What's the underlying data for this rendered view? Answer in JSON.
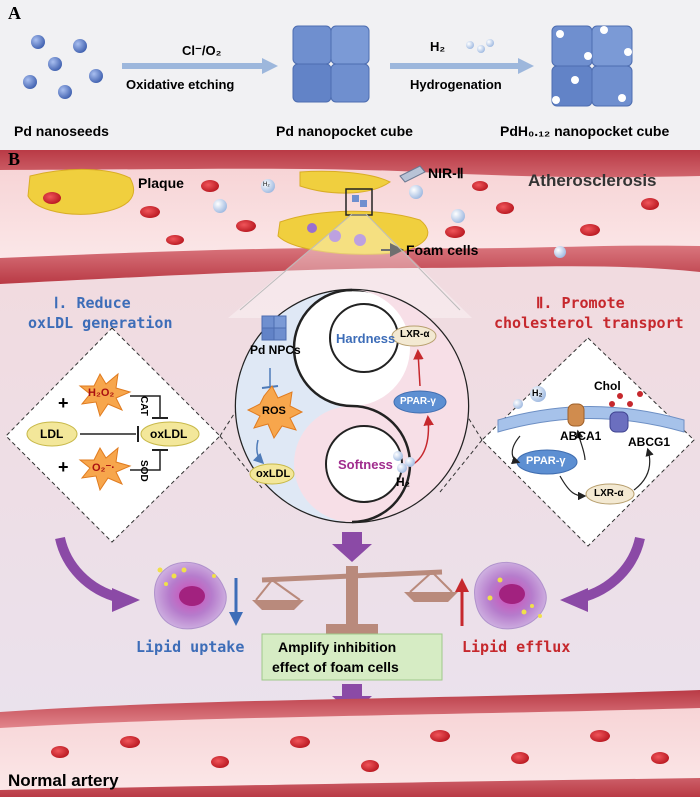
{
  "panelA": {
    "letter": "A",
    "seeds_label": "Pd nanoseeds",
    "step1_top": "Cl⁻/O₂",
    "step1_bottom": "Oxidative etching",
    "cube_label": "Pd nanopocket cube",
    "step2_top": "H₂",
    "step2_bottom": "Hydrogenation",
    "final_label": "PdH₀.₁₂ nanopocket cube"
  },
  "panelB": {
    "letter": "B",
    "plaque": "Plaque",
    "nir": "NIR-Ⅱ",
    "atherosclerosis": "Atherosclerosis",
    "foam_cells": "Foam cells",
    "h2_bubble": "H₂",
    "left_heading_1": "Ⅰ. Reduce",
    "left_heading_2": "oxLDL generation",
    "right_heading_1": "Ⅱ. Promote",
    "right_heading_2": "cholesterol transport",
    "left_box": {
      "h2o2": "H₂O₂",
      "cat": "CAT",
      "ldl": "LDL",
      "oxldl": "oxLDL",
      "o2": "O₂⁻·",
      "sod": "SOD",
      "plus": "+"
    },
    "center": {
      "hardness": "Hardness",
      "softness": "Softness",
      "pd_npcs": "Pd NPCs",
      "ros": "ROS",
      "oxldl": "oxLDL",
      "lxr": "LXR-α",
      "ppar": "PPAR-γ",
      "h2": "H₂"
    },
    "right_box": {
      "h2": "H₂",
      "chol": "Chol",
      "abca1": "ABCA1",
      "abcg1": "ABCG1",
      "ppar": "PPAR-γ",
      "lxr": "LXR-α"
    },
    "lipid_uptake": "Lipid uptake",
    "lipid_efflux": "Lipid efflux",
    "amplify_1": "Amplify inhibition",
    "amplify_2": "effect of foam cells",
    "normal_artery": "Normal artery"
  },
  "colors": {
    "vessel": "#d9545e",
    "vessel_dark": "#a92b37",
    "plaque": "#f0cf3e",
    "blue_text": "#3d6db8",
    "red_text": "#c6282d",
    "arrow_purple": "#8b4aa6",
    "ldl_yellow": "#f3e79a",
    "ros_orange": "#f08a34",
    "ppar_blue": "#5d8fd2",
    "amplify_bg": "#d6ecc4"
  }
}
